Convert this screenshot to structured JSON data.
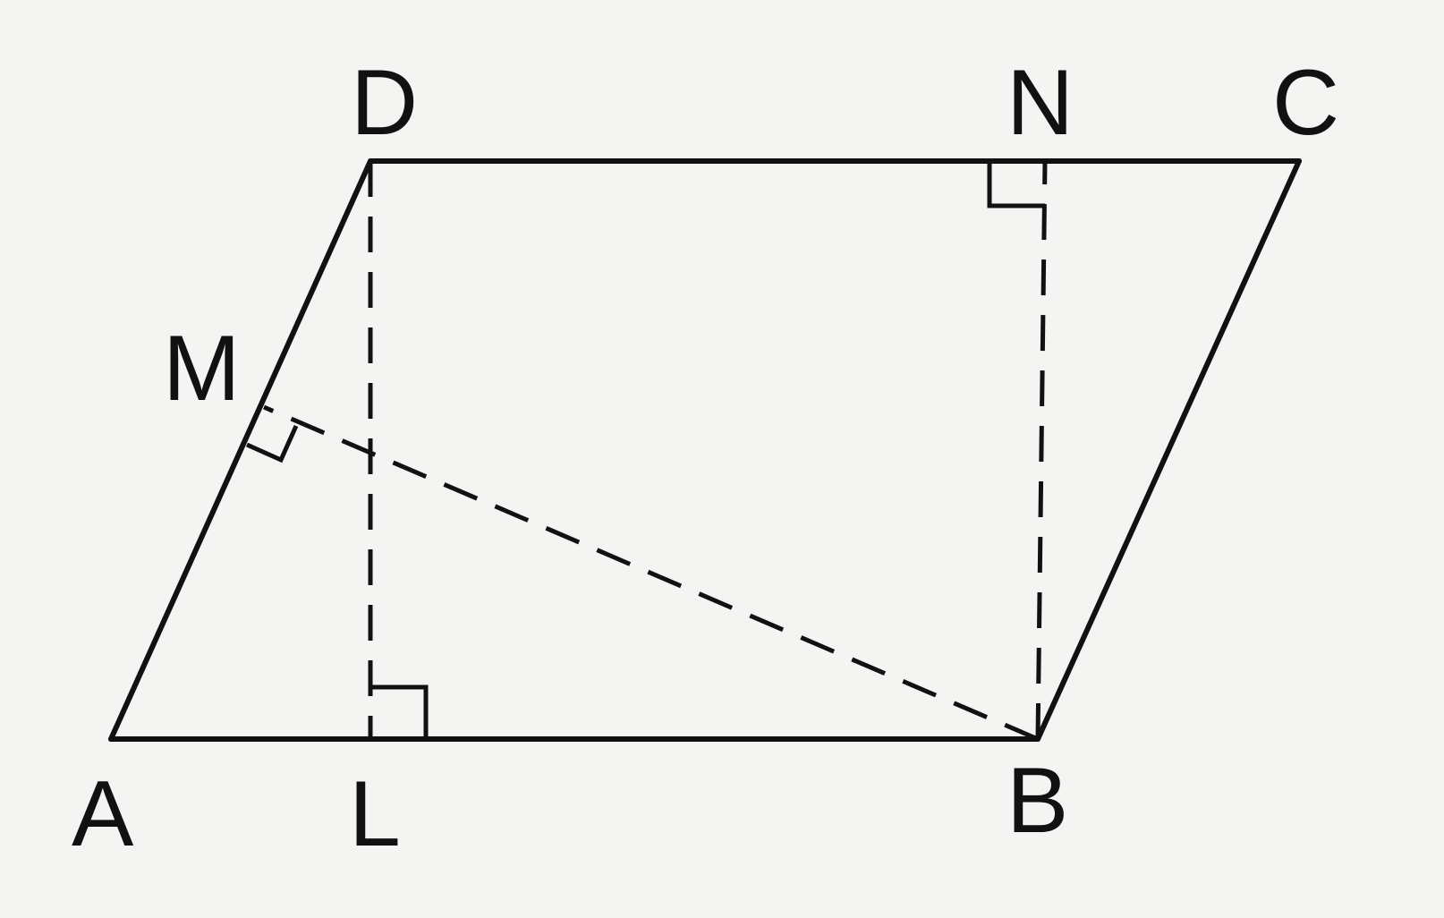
{
  "figure": {
    "points": {
      "A": "A",
      "B": "B",
      "C": "C",
      "D": "D",
      "L": "L",
      "M": "M",
      "N": "N"
    },
    "segments": [
      {
        "from": "A",
        "to": "B",
        "style": "solid"
      },
      {
        "from": "B",
        "to": "C",
        "style": "solid"
      },
      {
        "from": "C",
        "to": "D",
        "style": "solid"
      },
      {
        "from": "D",
        "to": "A",
        "style": "solid"
      },
      {
        "from": "D",
        "to": "L",
        "style": "dashed"
      },
      {
        "from": "B",
        "to": "N",
        "style": "dashed"
      },
      {
        "from": "B",
        "to": "M",
        "style": "dashed"
      }
    ],
    "right_angles": [
      "L",
      "N",
      "M"
    ],
    "colors": {
      "ink": "#111111",
      "background": "#f4f4f2"
    }
  }
}
